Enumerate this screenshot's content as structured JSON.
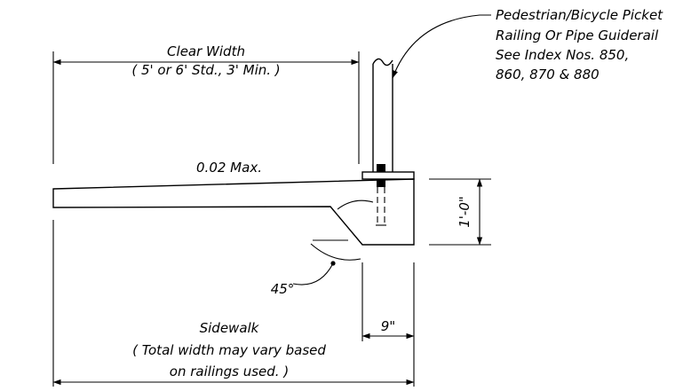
{
  "callout": {
    "line1": "Pedestrian/Bicycle Picket",
    "line2": "Railing Or Pipe Guiderail",
    "line3": "See Index Nos. 850,",
    "line4": "860, 870 & 880"
  },
  "clear_width": {
    "label": "Clear Width",
    "note": "( 5' or 6' Std., 3' Min. )"
  },
  "slope_label": "0.02 Max.",
  "height_label": "1'-0\"",
  "angle_label": "45°",
  "offset_label": "9\"",
  "sidewalk": {
    "label": "Sidewalk",
    "note_line1": "( Total width may vary based",
    "note_line2": "on railings used. )"
  }
}
